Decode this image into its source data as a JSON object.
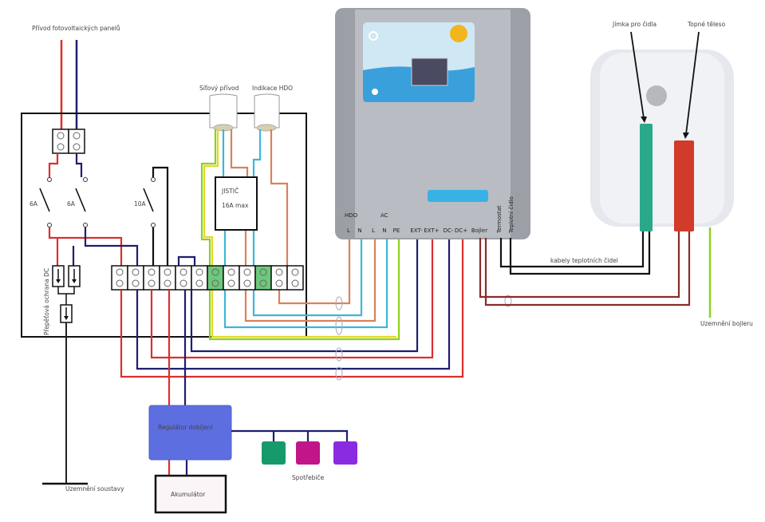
{
  "labels": {
    "pv_input": "Přívod fotovoltaických panelů",
    "mains_input": "Síťový přívod",
    "hdo_indication": "Indikace HDO",
    "breaker_main": "JISTIČ",
    "breaker_main_rating": "16A max",
    "breaker_1": "6A",
    "breaker_2": "6A",
    "breaker_3": "10A",
    "surge_protection": "Přepěťová ochrana DC",
    "system_ground": "Uzemnění soustavy",
    "charge_controller": "Regulátor dobíjení",
    "battery": "Akumulátor",
    "consumers": "Spotřebiče",
    "sensor_well": "Jímka pro čidla",
    "heating_element": "Topné těleso",
    "sensor_cables": "kabely teplotních čidel",
    "boiler_ground": "Uzemnění bojleru"
  },
  "device": {
    "group_hdo": "HDO",
    "group_ac": "AC",
    "ports": [
      "L",
      "N",
      "L",
      "N",
      "PE",
      "EXT-",
      "EXT+",
      "DC-",
      "DC+",
      "Bojler",
      "Termostat",
      "Teplotní čidlo"
    ]
  },
  "colors": {
    "controller": "#5d6ee0",
    "consumer_1": "#169a6c",
    "consumer_2": "#c0168a",
    "consumer_3": "#8a2be2",
    "sensor_well": "#2aa88a",
    "heating_element": "#d23a2a",
    "positive_wire": "#d9302f",
    "negative_wire": "#1e1e6e"
  }
}
